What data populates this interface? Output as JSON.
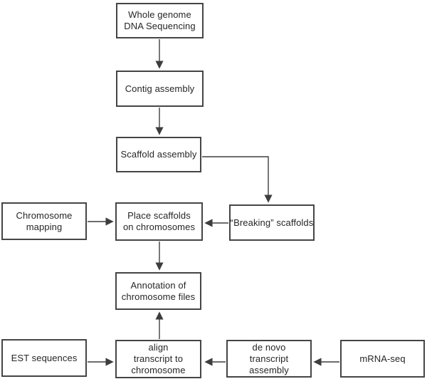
{
  "diagram": {
    "type": "flowchart",
    "colors": {
      "background": "#ffffff",
      "box_border": "#454545",
      "box_fill": "#ffffff",
      "arrow": "#3d3d3d",
      "text": "#262626"
    },
    "nodes": {
      "whole_genome": {
        "lines": [
          "Whole genome",
          "DNA Sequencing"
        ]
      },
      "contig_assembly": {
        "lines": [
          "Contig assembly"
        ]
      },
      "scaffold_assembly": {
        "lines": [
          "Scaffold assembly"
        ]
      },
      "chromosome_mapping": {
        "lines": [
          "Chromosome",
          "mapping"
        ]
      },
      "place_scaffolds": {
        "lines": [
          "Place scaffolds",
          "on chromosomes"
        ]
      },
      "breaking_scaffolds": {
        "lines": [
          "“Breaking” scaffolds"
        ]
      },
      "annotation": {
        "lines": [
          "Annotation of",
          "chromosome files"
        ]
      },
      "est_sequences": {
        "lines": [
          "EST sequences"
        ]
      },
      "align_transcript": {
        "lines": [
          "align",
          "transcript to",
          "chromosome"
        ]
      },
      "denovo_assembly": {
        "lines": [
          "de novo",
          "transcript",
          "assembly"
        ]
      },
      "mrna_seq": {
        "lines": [
          "mRNA-seq"
        ]
      }
    },
    "edges": [
      {
        "from": "whole_genome",
        "to": "contig_assembly"
      },
      {
        "from": "contig_assembly",
        "to": "scaffold_assembly"
      },
      {
        "from": "scaffold_assembly",
        "to": "breaking_scaffolds"
      },
      {
        "from": "breaking_scaffolds",
        "to": "place_scaffolds"
      },
      {
        "from": "chromosome_mapping",
        "to": "place_scaffolds"
      },
      {
        "from": "place_scaffolds",
        "to": "annotation"
      },
      {
        "from": "align_transcript",
        "to": "annotation"
      },
      {
        "from": "est_sequences",
        "to": "align_transcript"
      },
      {
        "from": "denovo_assembly",
        "to": "align_transcript"
      },
      {
        "from": "mrna_seq",
        "to": "denovo_assembly"
      }
    ]
  }
}
